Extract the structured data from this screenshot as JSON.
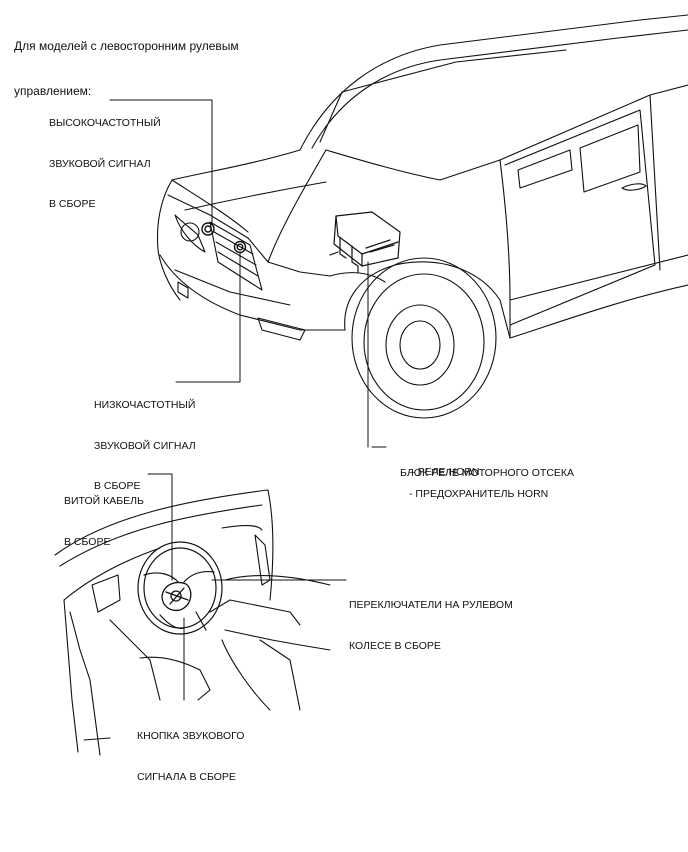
{
  "header": {
    "line1": "Для моделей с левосторонним рулевым",
    "line2": "управлением:"
  },
  "labels": {
    "high_horn": {
      "line1": "ВЫСОКОЧАСТОТНЫЙ",
      "line2": "ЗВУКОВОЙ СИГНАЛ",
      "line3": "В СБОРЕ"
    },
    "low_horn": {
      "line1": "НИЗКОЧАСТОТНЫЙ",
      "line2": "ЗВУКОВОЙ СИГНАЛ",
      "line3": "В СБОРЕ"
    },
    "relay_block": {
      "title": "БЛОК РЕЛЕ МОТОРНОГО ОТСЕКА",
      "item1": "– РЕЛЕ HORN",
      "item2": "- ПРЕДОХРАНИТЕЛЬ HORN"
    },
    "spiral_cable": {
      "line1": "ВИТОЙ КАБЕЛЬ",
      "line2": "В СБОРЕ"
    },
    "steering_switches": {
      "line1": "ПЕРЕКЛЮЧАТЕЛИ НА РУЛЕВОМ",
      "line2": "КОЛЕСЕ В СБОРЕ"
    },
    "horn_button": {
      "line1": "КНОПКА ЗВУКОВОГО",
      "line2": "СИГНАЛА В СБОРЕ"
    }
  }
}
